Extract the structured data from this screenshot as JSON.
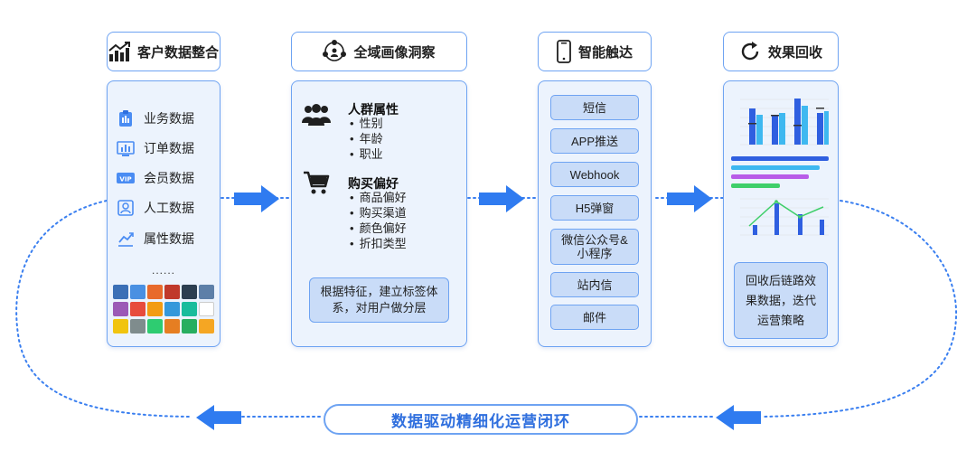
{
  "banner": "数据驱动精细化运营闭环",
  "sources": {
    "header": "客户数据整合",
    "items": [
      "业务数据",
      "订单数据",
      "会员数据",
      "人工数据",
      "属性数据"
    ],
    "more": "......"
  },
  "insight": {
    "header": "全域画像洞察",
    "groups": [
      {
        "title": "人群属性",
        "items": [
          "性别",
          "年龄",
          "职业"
        ]
      },
      {
        "title": "购买偏好",
        "items": [
          "商品偏好",
          "购买渠道",
          "颜色偏好",
          "折扣类型"
        ]
      }
    ],
    "note": "根据特征，建立标签体系，对用户做分层"
  },
  "reach": {
    "header": "智能触达",
    "channels": [
      "短信",
      "APP推送",
      "Webhook",
      "H5弹窗",
      "微信公众号&小程序",
      "站内信",
      "邮件"
    ]
  },
  "feedback": {
    "header": "效果回收",
    "note": "回收后链路效果数据，迭代运营策略"
  },
  "colors": {
    "primary": "#2f6fde",
    "border": "#6ea3f2",
    "panel": "#ecf3fd",
    "chip": "#c9dcf8",
    "arrow": "#2f7bf0"
  }
}
